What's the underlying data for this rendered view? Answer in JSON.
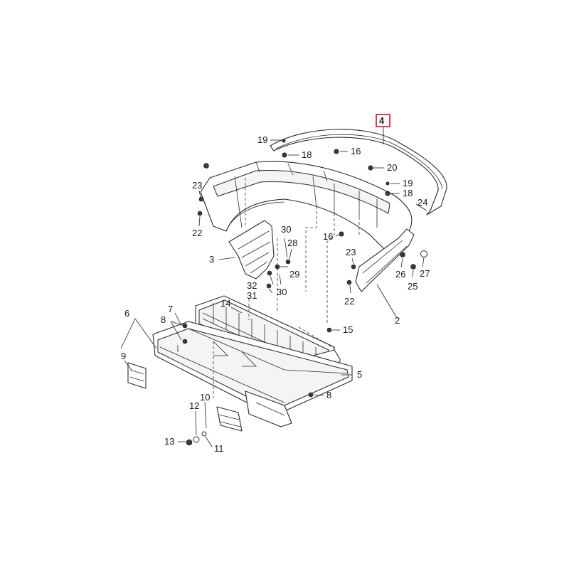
{
  "callouts": {
    "c2": "2",
    "c3": "3",
    "c4": "4",
    "c5": "5",
    "c6": "6",
    "c7": "7",
    "c8a": "8",
    "c8b": "8",
    "c9": "9",
    "c10": "10",
    "c11": "11",
    "c12": "12",
    "c13": "13",
    "c14": "14",
    "c15": "15",
    "c16a": "16",
    "c16b": "16",
    "c18a": "18",
    "c18b": "18",
    "c19a": "19",
    "c19b": "19",
    "c20": "20",
    "c22a": "22",
    "c22b": "22",
    "c23a": "23",
    "c23b": "23",
    "c24": "24",
    "c25": "25",
    "c26": "26",
    "c27": "27",
    "c28": "28",
    "c29": "29",
    "c30a": "30",
    "c30b": "30",
    "c31": "31",
    "c32": "32"
  },
  "highlight": {
    "callout": "4",
    "color": "#c8102e"
  }
}
